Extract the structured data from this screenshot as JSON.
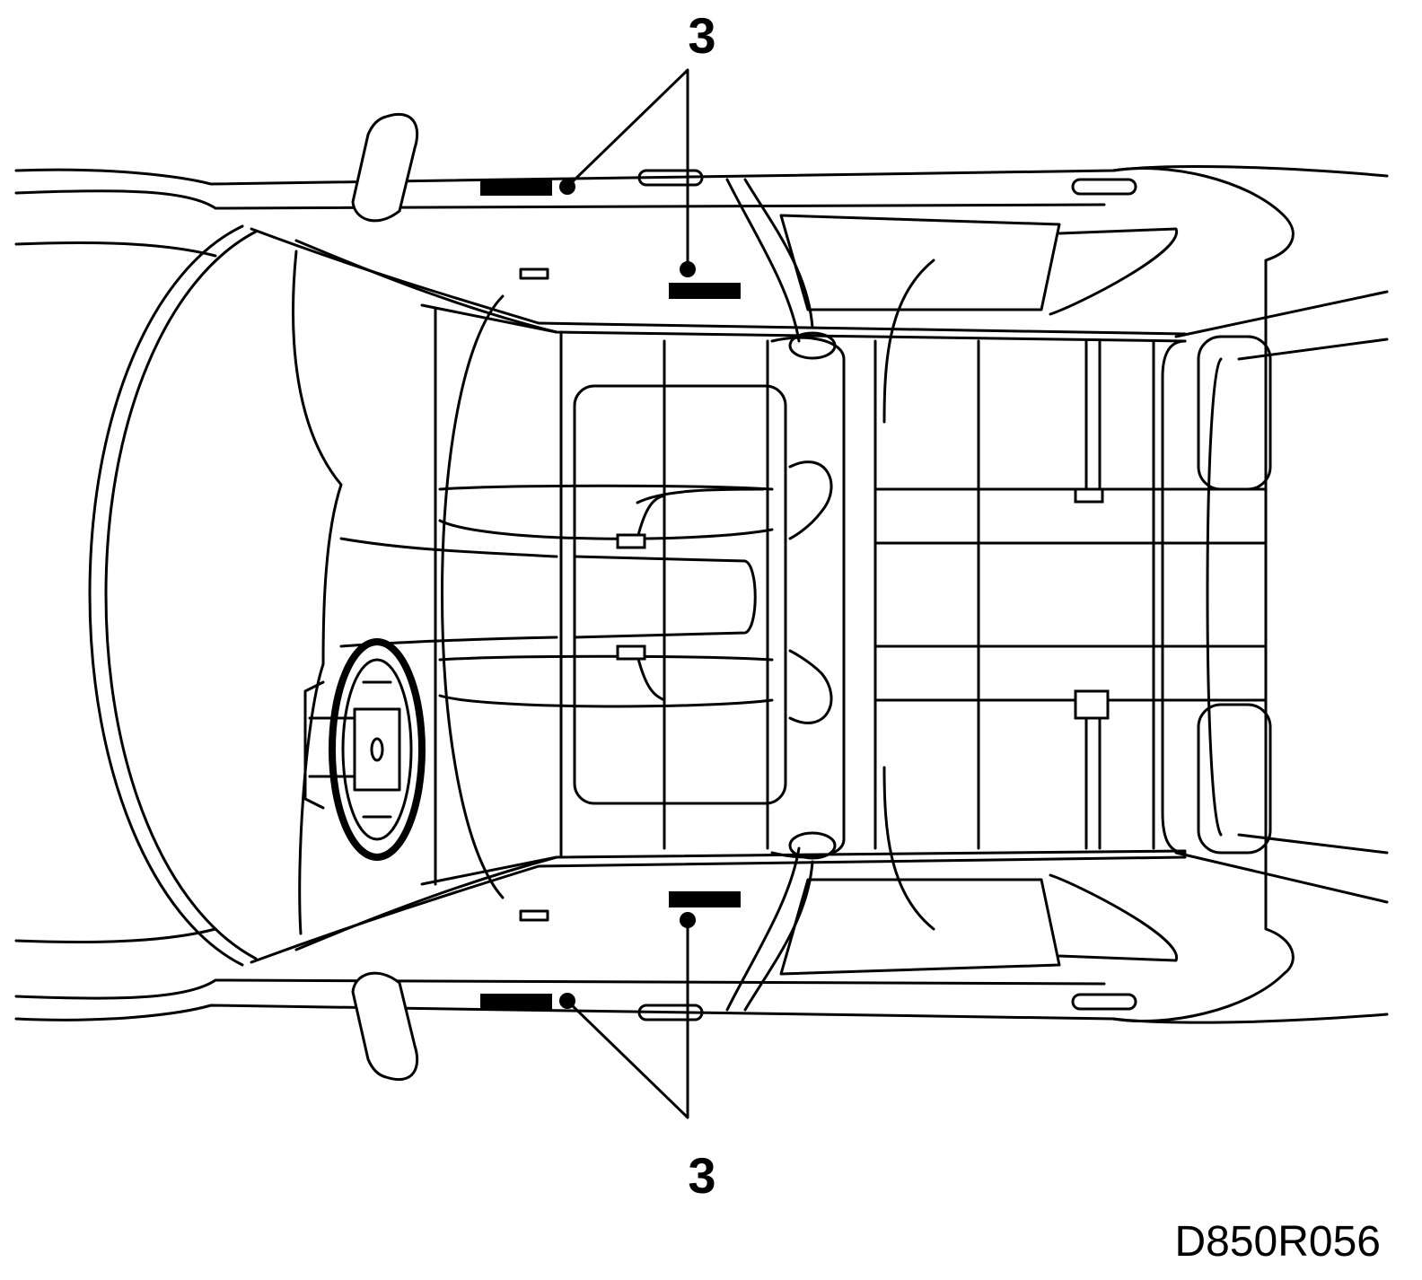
{
  "callouts": {
    "top_label": "3",
    "bottom_label": "3"
  },
  "figure_code": "D850R056",
  "icons": {
    "vehicle": "car-top-view-icon",
    "steering_wheel": "steering-wheel-icon",
    "mirror": "side-mirror-icon"
  },
  "colors": {
    "line": "#000000",
    "background": "#ffffff"
  }
}
